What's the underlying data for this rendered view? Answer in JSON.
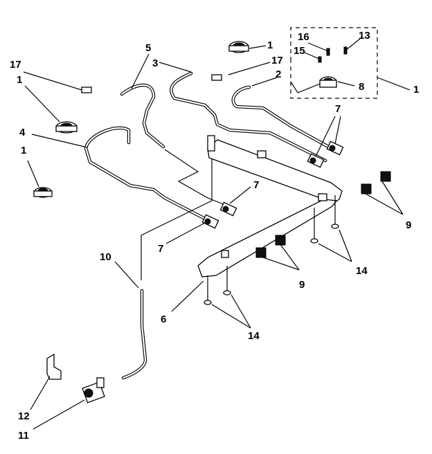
{
  "labels": {
    "burner_top": "1",
    "burner_left_upper": "1",
    "burner_left_lower": "1",
    "assembly_right": "1",
    "spring_clip": "2",
    "tube_3": "3",
    "tube_4": "4",
    "tube_5": "5",
    "manifold": "6",
    "valve_top_right": "7",
    "valve_mid_right": "7",
    "valve_mid_left": "7",
    "burner_box": "8",
    "knob_right": "9",
    "knob_bottom": "9",
    "supply_tube": "10",
    "regulator": "11",
    "bracket": "12",
    "screw_13": "13",
    "screw_right": "14",
    "screw_bottom": "14",
    "screw_15": "15",
    "screw_16": "16",
    "clip_left": "17",
    "clip_top": "17"
  }
}
